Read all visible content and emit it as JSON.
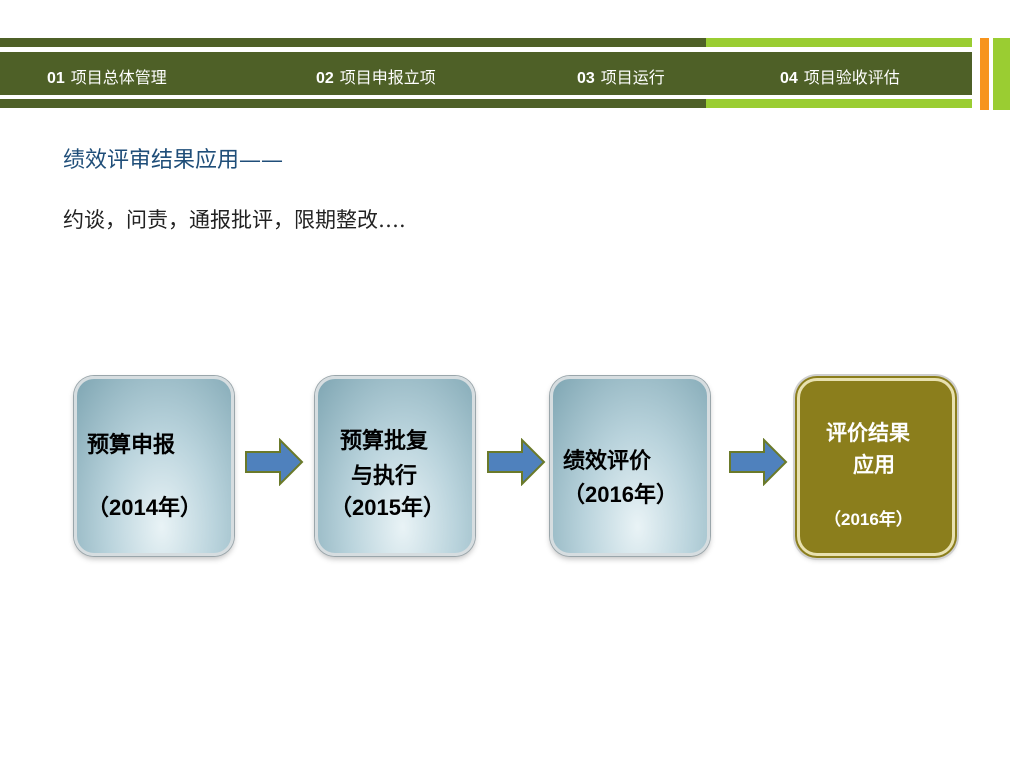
{
  "nav": {
    "items": [
      {
        "num": "01",
        "label": "项目总体管理"
      },
      {
        "num": "02",
        "label": "项目申报立项"
      },
      {
        "num": "03",
        "label": "项目运行"
      },
      {
        "num": "04",
        "label": "项目验收评估"
      }
    ]
  },
  "heading": "绩效评审结果应用——",
  "subtext": "约谈，问责，通报批评，限期整改….",
  "flow": [
    {
      "title": "预算申报",
      "year": "（2014年）"
    },
    {
      "title_line1": "预算批复",
      "title_line2": "与执行",
      "year": "（2015年）"
    },
    {
      "title": "绩效评价",
      "year": "（2016年）"
    },
    {
      "title_line1": "评价结果",
      "title_line2": "应用",
      "year": "（2016年）"
    }
  ],
  "colors": {
    "nav_dark": "#4e6027",
    "nav_light": "#9acd32",
    "accent_orange": "#f7941d",
    "final_box": "#8b7e1c",
    "arrow_fill": "#4f81bd",
    "arrow_stroke": "#6b7a2a"
  }
}
